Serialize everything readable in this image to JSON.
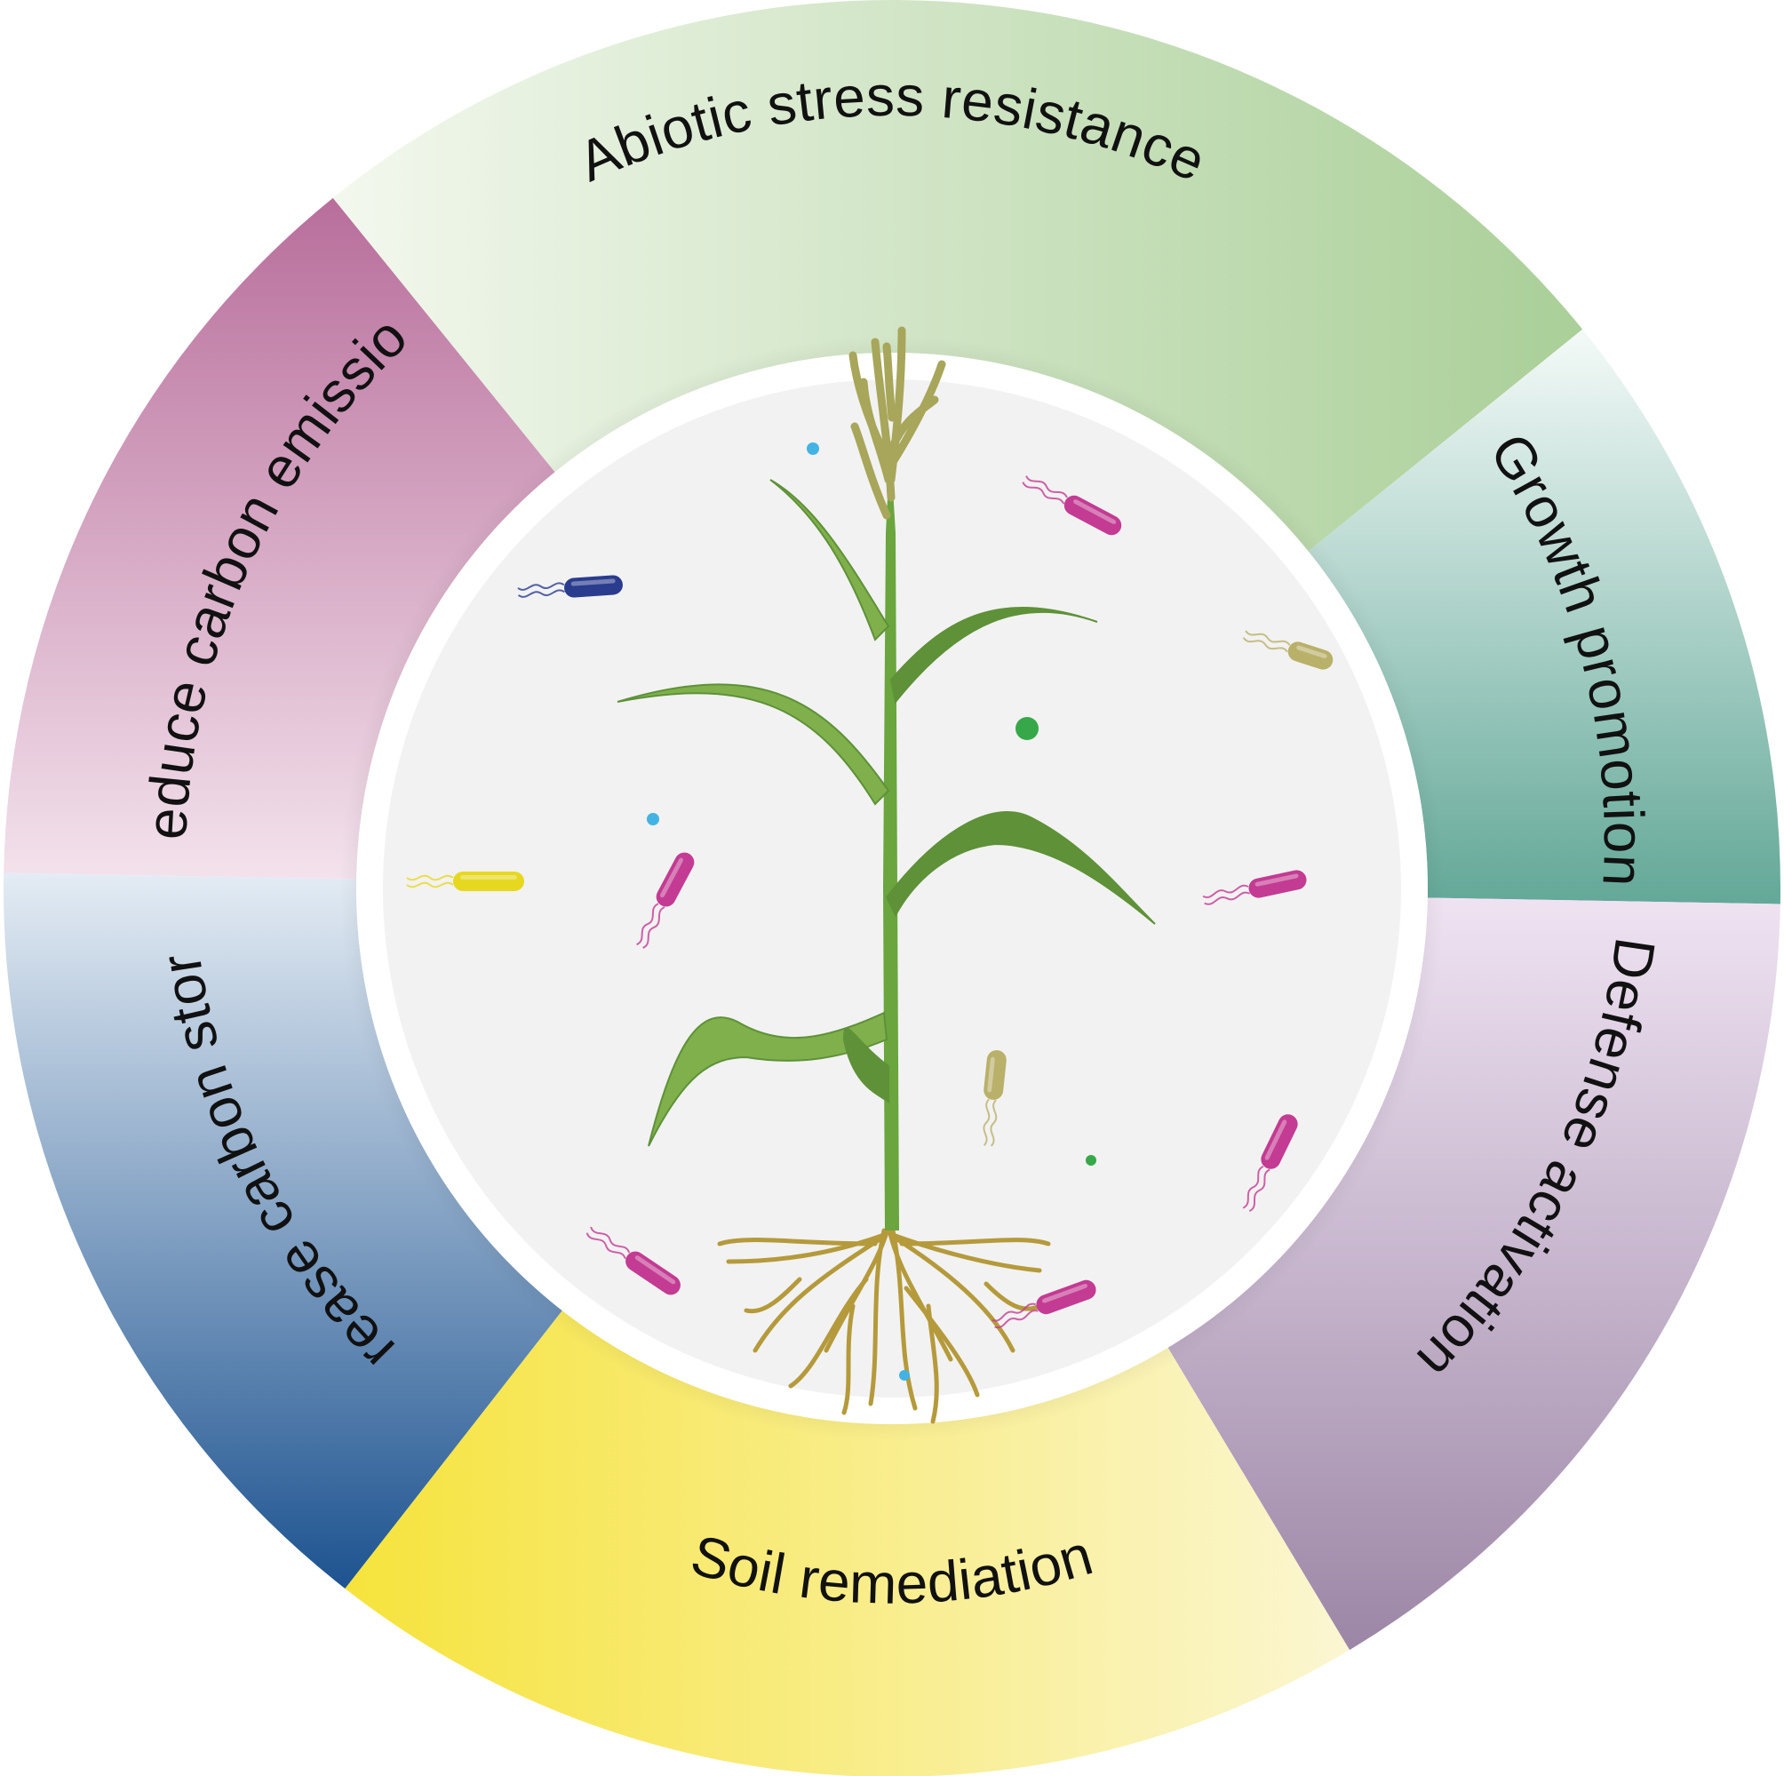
{
  "segments": [
    {
      "id": "abiotic",
      "label": "Abiotic stress resistance",
      "colors": [
        "#f3f8ee",
        "#aacf98"
      ]
    },
    {
      "id": "growth",
      "label": "Growth promotion",
      "colors": [
        "#f4faf8",
        "#63a898"
      ]
    },
    {
      "id": "defense",
      "label": "Defense activation",
      "colors": [
        "#efe3f2",
        "#9c86a6"
      ]
    },
    {
      "id": "soil",
      "label": "Soil remediation",
      "colors": [
        "#f6e33c",
        "#fbf6d2"
      ]
    },
    {
      "id": "increase-storage",
      "label": "Increase carbon storage",
      "colors": [
        "#e4ecf4",
        "#1d5390"
      ]
    },
    {
      "id": "reduce-emission",
      "label": "Reduce carbon emission",
      "colors": [
        "#b86e9b",
        "#f3e2ec"
      ]
    }
  ],
  "palette": {
    "inner_disc": "#f2f2f2",
    "white_band": "#ffffff",
    "stem": "#6aa53e",
    "leaf": "#7fb04b",
    "leaf_dark": "#5e9138",
    "root": "#b59a3b",
    "tassel": "#a7a65a",
    "bacteria_magenta": "#c33b93",
    "bacteria_navy": "#2a3c8e",
    "bacteria_yellow": "#e6d81f",
    "bacteria_olive": "#b9b06a",
    "dot_cyan": "#43b3e3",
    "dot_green": "#36a84a"
  },
  "icons": [
    "maize-plant-icon",
    "bacterium-icon",
    "particle-dot-icon"
  ]
}
